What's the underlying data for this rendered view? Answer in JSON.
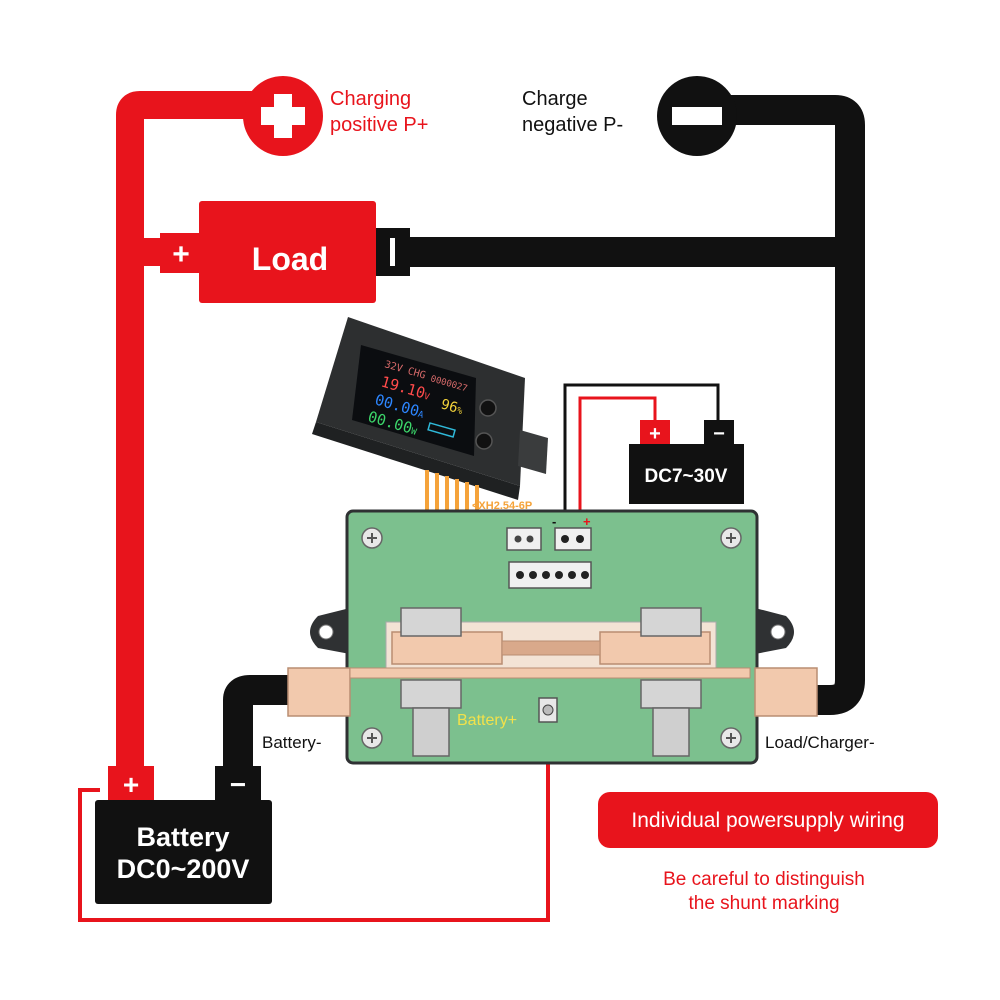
{
  "load": {
    "label": "Load",
    "plus": "+",
    "minus": "I"
  },
  "charging_positive": {
    "symbol": "+",
    "label_line1": "Charging",
    "label_line2": "positive P+"
  },
  "charge_negative": {
    "symbol": "−",
    "label_line1": "Charge",
    "label_line2": "negative P-"
  },
  "meter": {
    "row1_left": "32V CHG",
    "row1_right": "0000027",
    "voltage": "19.10",
    "voltage_unit": "V",
    "percent": "96",
    "percent_unit": "%",
    "current": "00.00",
    "current_unit": "A",
    "power": "00.00",
    "power_unit": "W"
  },
  "connector_label": "<XH2.54-6P",
  "aux_supply": {
    "label": "DC7~30V",
    "plus": "+",
    "minus": "−"
  },
  "board": {
    "minus_pin": "-",
    "plus_pin": "+",
    "battery_plus_label": "Battery+"
  },
  "terminals": {
    "battery_minus": "Battery-",
    "load_charger_minus": "Load/Charger-"
  },
  "battery": {
    "line1": "Battery",
    "line2": "DC0~200V",
    "plus": "+",
    "minus": "−"
  },
  "notes": {
    "title": "Individual powersupply wiring",
    "line1": "Be careful to distinguish",
    "line2": "the shunt marking"
  },
  "colors": {
    "red": "#e8141c",
    "black": "#111111",
    "board_green": "#7cc08e",
    "copper": "#f2c9ad",
    "orange": "#f5a33a"
  }
}
